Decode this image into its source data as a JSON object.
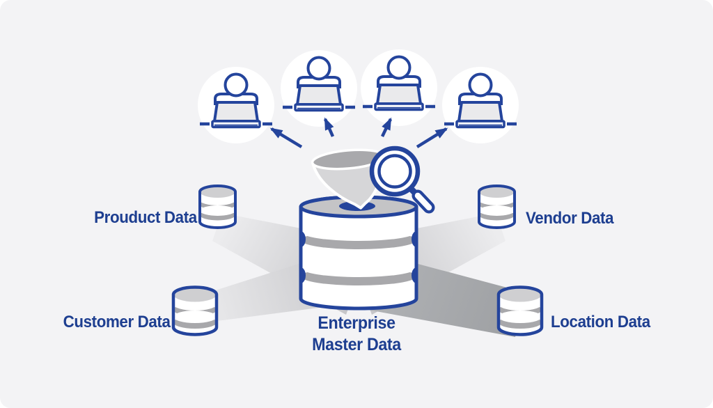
{
  "colors": {
    "blue": "#24449c",
    "navy_text": "#1d3e90",
    "panel_bg": "#f3f3f5",
    "page_bg": "#ffffff",
    "beam_gray_light": "#ececee",
    "beam_gray": "#c6c6c9",
    "beam_dark": "#a2a4a7",
    "funnel_rim": "#a9a9ac",
    "funnel_body": "#d6d6d8",
    "cylinder_top": "#c4c4c6",
    "crescent": "#a8a8ab",
    "small_top": "#cfcfd1",
    "laptop_screen": "#eaeaec"
  },
  "labels": {
    "product": "Prouduct Data",
    "vendor": "Vendor Data",
    "customer": "Customer Data",
    "location": "Location Data"
  },
  "center": {
    "line1": "Enterprise",
    "line2": "Master Data"
  },
  "icons": {
    "users": {
      "name": "user-at-laptop-icon",
      "count": 4
    },
    "arrows": {
      "name": "arrow-icon",
      "count": 4
    },
    "funnel": "funnel-icon",
    "magnifier": "magnifier-icon",
    "central_database": "enterprise-master-database-icon",
    "source_databases": [
      "product-database-icon",
      "vendor-database-icon",
      "customer-database-icon",
      "location-database-icon"
    ]
  }
}
